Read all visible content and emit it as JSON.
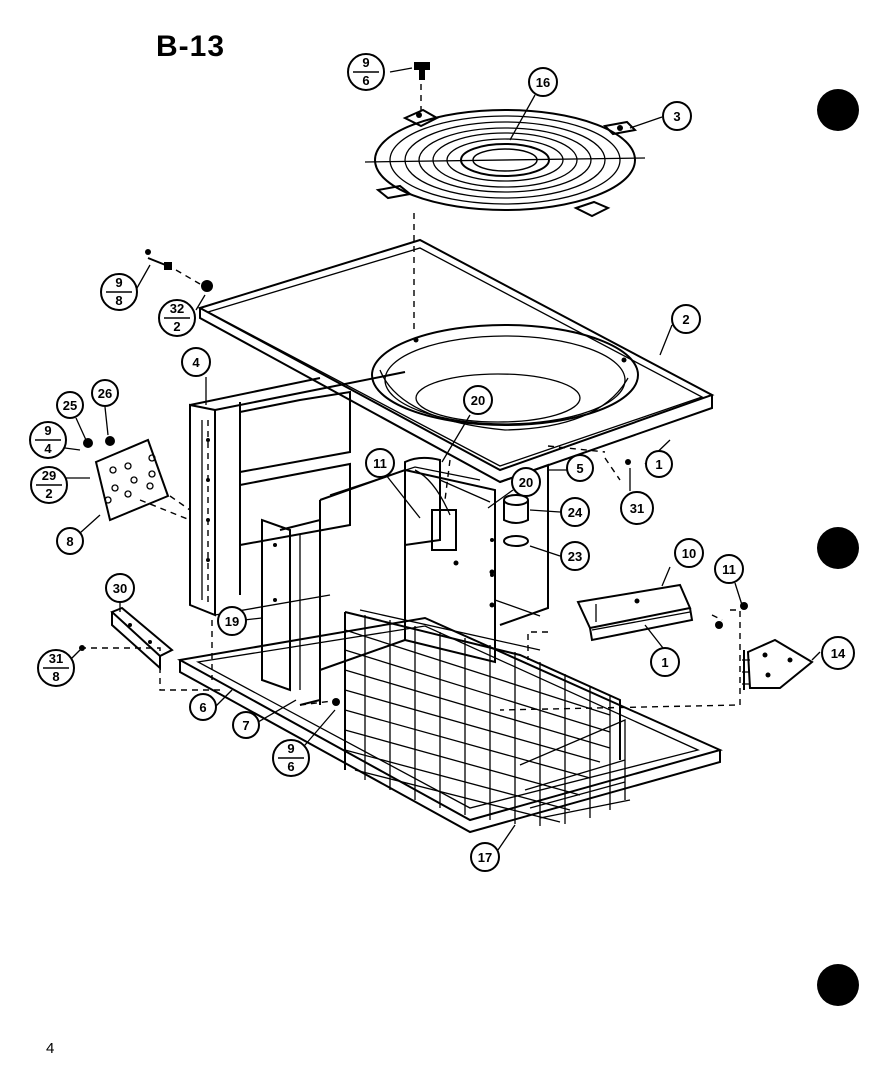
{
  "diagram": {
    "title": "B-13",
    "page_number": "4",
    "callouts": [
      {
        "id": "c-9-6-top",
        "top": "9",
        "bottom": "6"
      },
      {
        "id": "c-16",
        "label": "16"
      },
      {
        "id": "c-3",
        "label": "3"
      },
      {
        "id": "c-9-8",
        "top": "9",
        "bottom": "8"
      },
      {
        "id": "c-32-2",
        "top": "32",
        "bottom": "2"
      },
      {
        "id": "c-2",
        "label": "2"
      },
      {
        "id": "c-4",
        "label": "4"
      },
      {
        "id": "c-25",
        "label": "25"
      },
      {
        "id": "c-26",
        "label": "26"
      },
      {
        "id": "c-9-4",
        "top": "9",
        "bottom": "4"
      },
      {
        "id": "c-29-2",
        "top": "29",
        "bottom": "2"
      },
      {
        "id": "c-8",
        "label": "8"
      },
      {
        "id": "c-20a",
        "label": "20"
      },
      {
        "id": "c-11a",
        "label": "11"
      },
      {
        "id": "c-20b",
        "label": "20"
      },
      {
        "id": "c-5",
        "label": "5"
      },
      {
        "id": "c-1a",
        "label": "1"
      },
      {
        "id": "c-31a",
        "label": "31"
      },
      {
        "id": "c-24",
        "label": "24"
      },
      {
        "id": "c-23",
        "label": "23"
      },
      {
        "id": "c-10",
        "label": "10"
      },
      {
        "id": "c-11b",
        "label": "11"
      },
      {
        "id": "c-1b",
        "label": "1"
      },
      {
        "id": "c-14",
        "label": "14"
      },
      {
        "id": "c-30",
        "label": "30"
      },
      {
        "id": "c-31-8",
        "top": "31",
        "bottom": "8"
      },
      {
        "id": "c-19",
        "label": "19"
      },
      {
        "id": "c-6",
        "label": "6"
      },
      {
        "id": "c-7",
        "label": "7"
      },
      {
        "id": "c-9-6-bottom",
        "top": "9",
        "bottom": "6"
      },
      {
        "id": "c-17",
        "label": "17"
      }
    ]
  }
}
